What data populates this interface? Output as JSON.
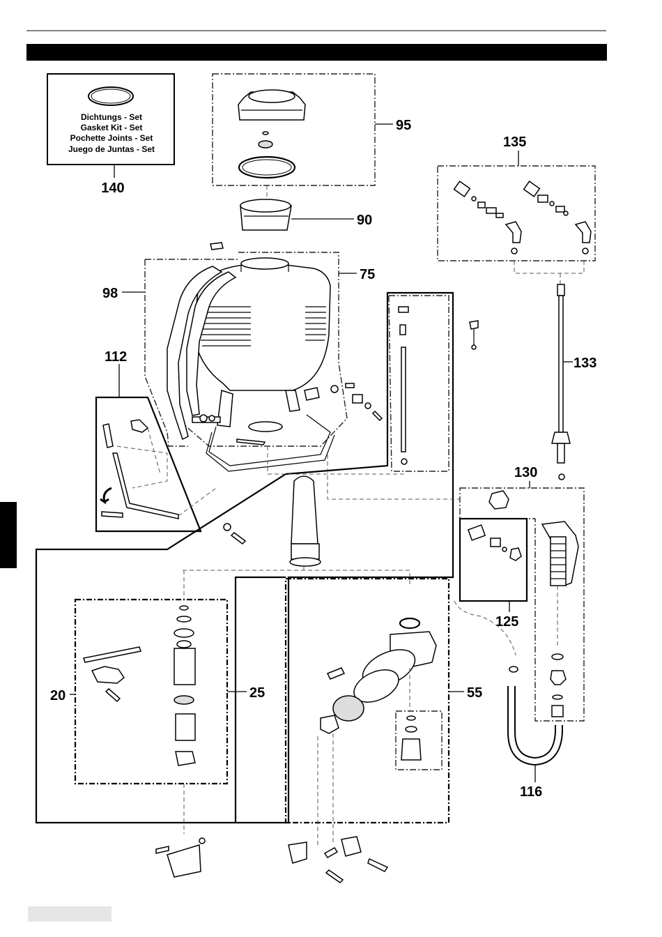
{
  "kit_box": {
    "lines": [
      "Dichtungs - Set",
      "Gasket Kit - Set",
      "Pochette Joints - Set",
      "Juego de Juntas - Set"
    ]
  },
  "callouts": [
    "140",
    "95",
    "90",
    "75",
    "98",
    "112",
    "135",
    "133",
    "130",
    "125",
    "20",
    "25",
    "55",
    "116"
  ],
  "colors": {
    "ink": "#000000",
    "header_bar": "#000000",
    "side_tab": "#000000",
    "footer_box": "#e6e6e6"
  }
}
